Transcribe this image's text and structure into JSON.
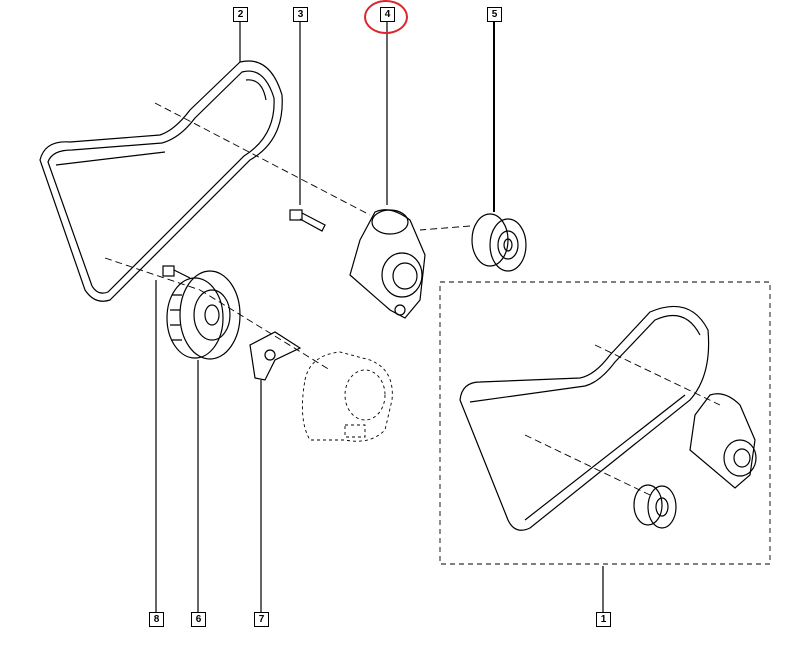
{
  "diagram": {
    "callouts": [
      {
        "id": "2",
        "label": "2",
        "part": "belt"
      },
      {
        "id": "3",
        "label": "3",
        "part": "bolt"
      },
      {
        "id": "4",
        "label": "4",
        "part": "tensioner",
        "highlighted": true
      },
      {
        "id": "5",
        "label": "5",
        "part": "idler-pulley"
      },
      {
        "id": "8",
        "label": "8",
        "part": "pulley-bolt"
      },
      {
        "id": "6",
        "label": "6",
        "part": "crankshaft-pulley"
      },
      {
        "id": "7",
        "label": "7",
        "part": "bracket"
      },
      {
        "id": "1",
        "label": "1",
        "part": "belt-kit"
      }
    ],
    "highlight_color": "#d9262c"
  }
}
